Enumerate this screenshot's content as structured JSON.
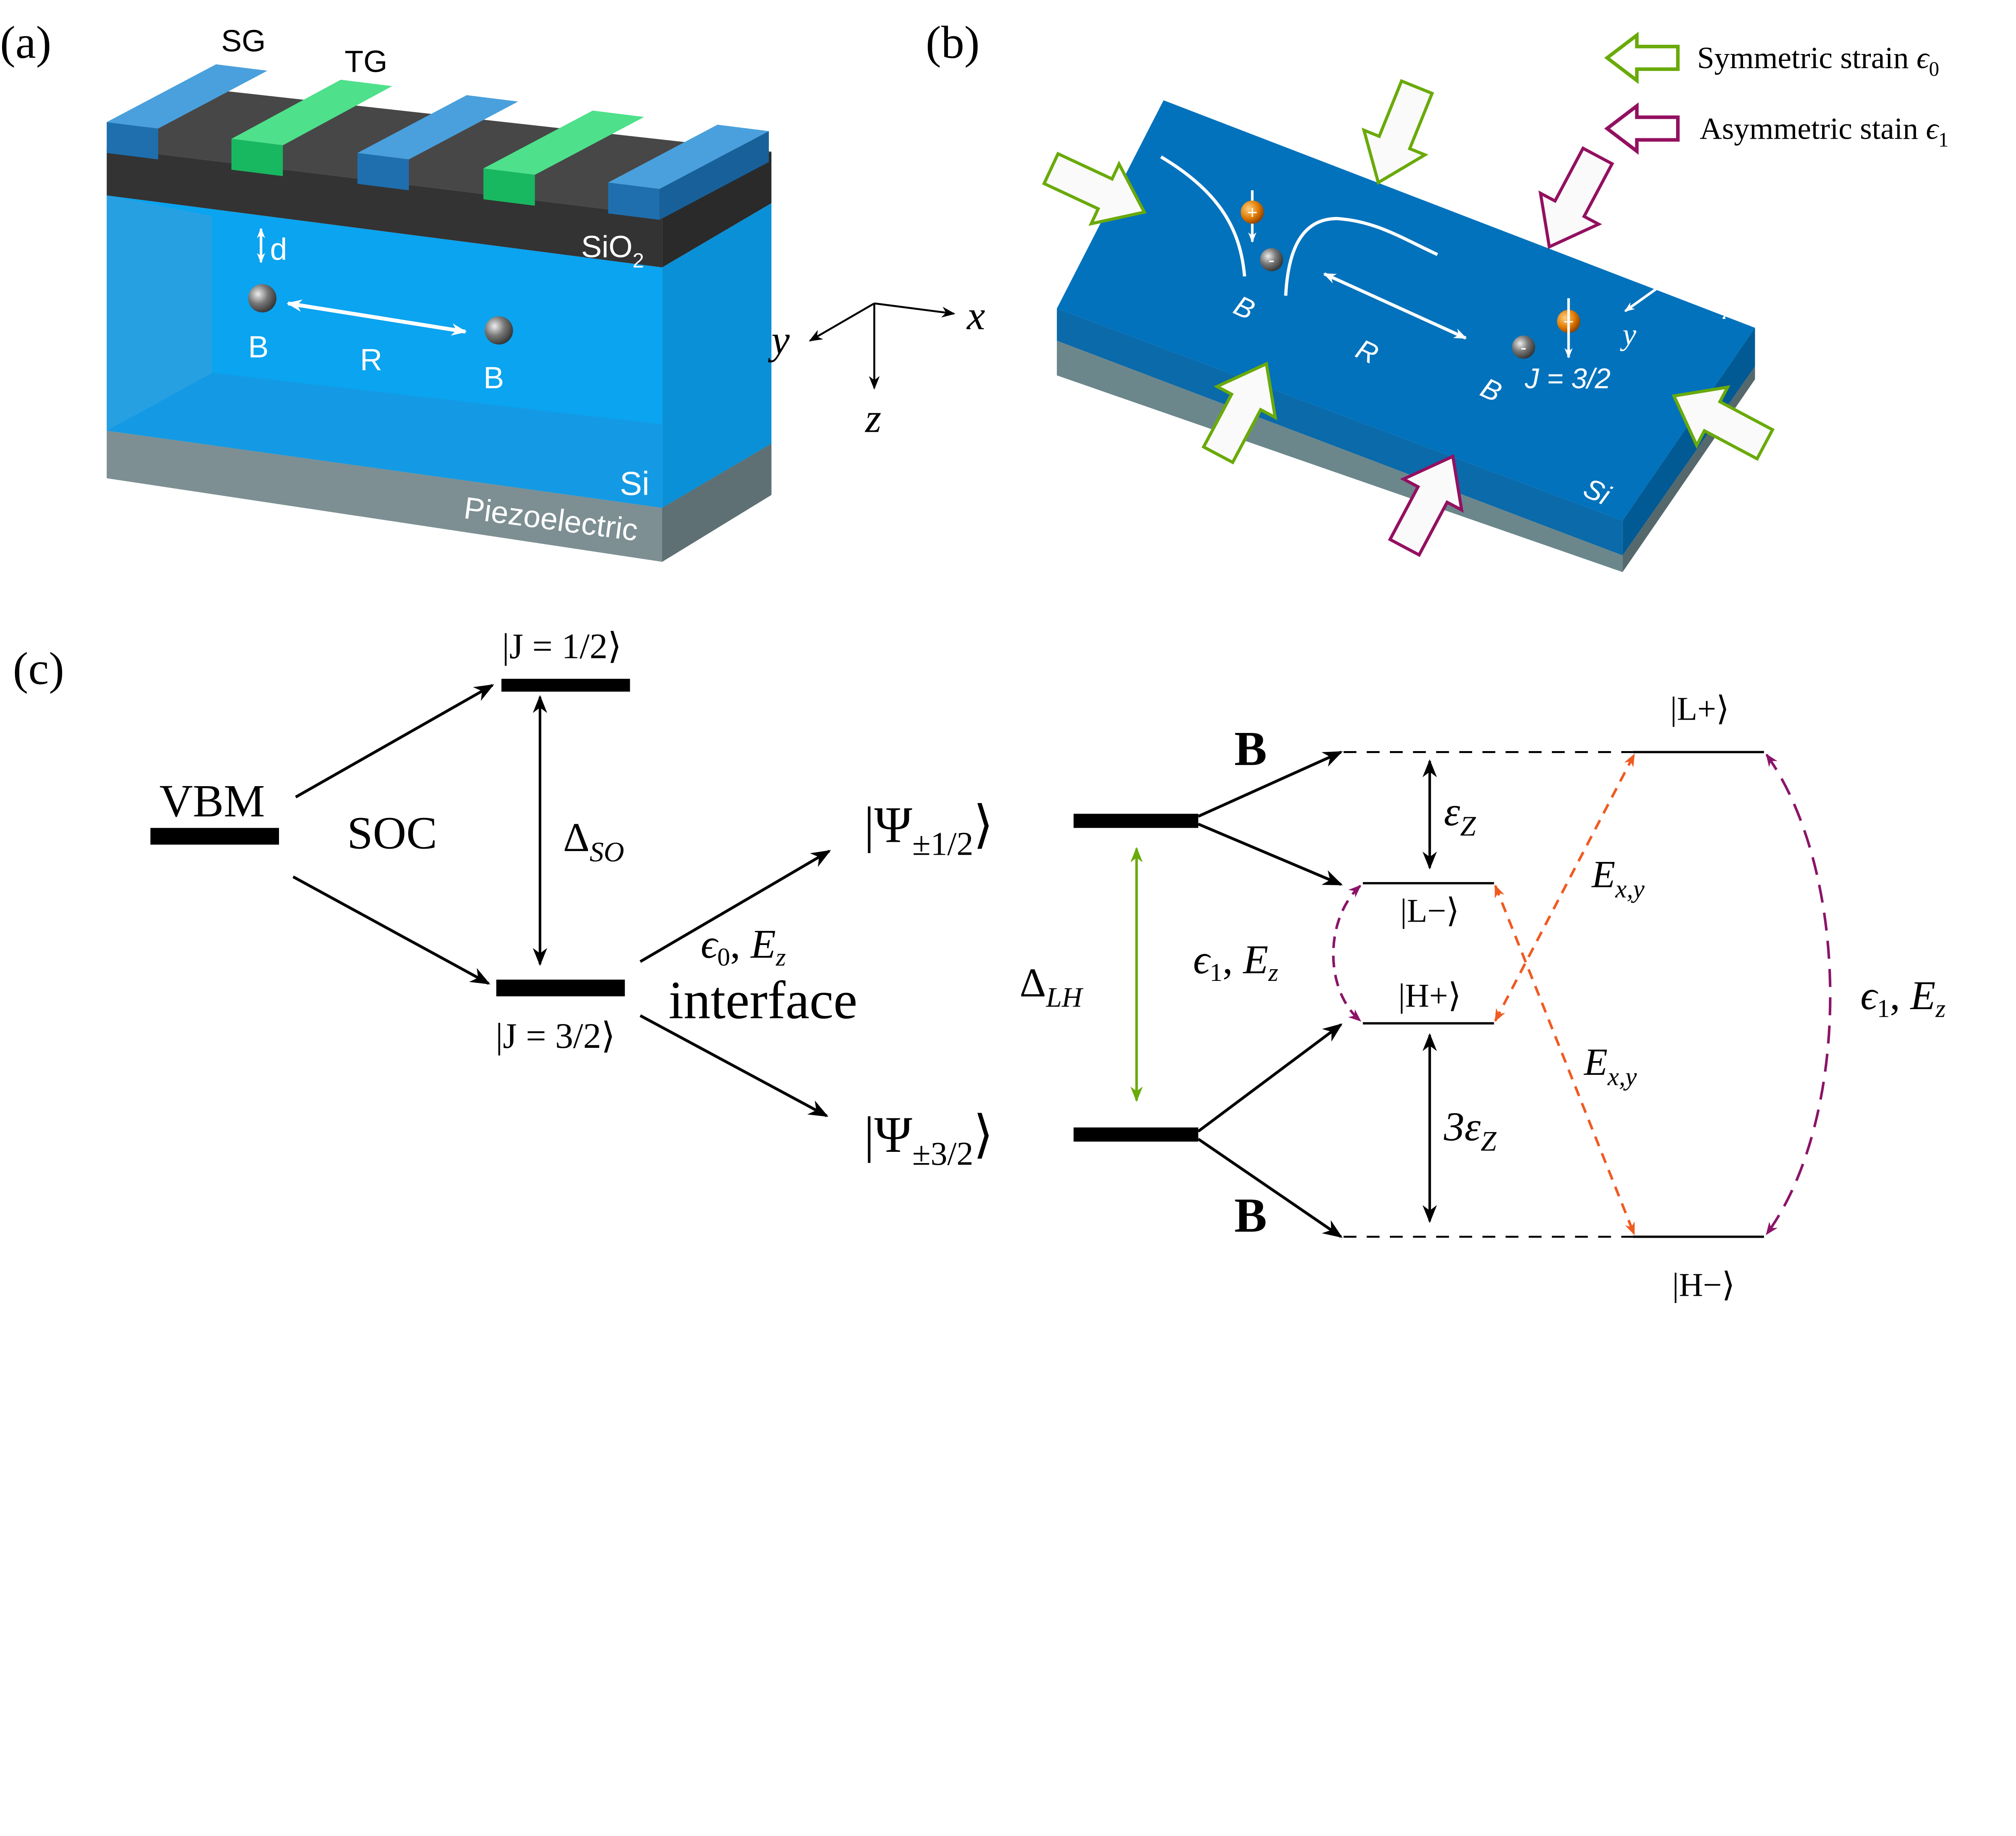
{
  "panel_a": {
    "label": "(a)",
    "gate_sg": "SG",
    "gate_tg": "TG",
    "oxide": "SiO",
    "oxide_sub": "2",
    "distance": "d",
    "boron_left": "B",
    "separation": "R",
    "boron_right": "B",
    "substrate": "Si",
    "piezo": "Piezoelectric",
    "axis_x": "x",
    "axis_y": "y",
    "axis_z": "z",
    "colors": {
      "sg": "#2a86c8",
      "tg": "#2ecc71",
      "oxide": "#3a3a3a",
      "si": "#0aa4f0",
      "piezo": "#7d8f93"
    }
  },
  "panel_b": {
    "label": "(b)",
    "legend": [
      {
        "text": "Symmetric strain ",
        "symbol": "ϵ",
        "sub": "0",
        "color": "#6aaa0a"
      },
      {
        "text": "Asymmetric stain ",
        "symbol": "ϵ",
        "sub": "1",
        "color": "#931060"
      }
    ],
    "boron_left": "B",
    "separation": "R",
    "boron_right": "B",
    "spin": "J = 3/2",
    "axis_x": "x",
    "axis_y": "y",
    "substrate": "Si",
    "colors": {
      "top": "#0272bc",
      "side": "#025a94",
      "base": "#6b878c"
    }
  },
  "panel_c": {
    "label": "(c)",
    "vbm": "VBM",
    "soc": "SOC",
    "j_half": "|J = 1/2⟩",
    "j_three_half": "|J = 3/2⟩",
    "delta_so": {
      "main": "Δ",
      "sub": "SO"
    },
    "psi_half": {
      "main": "|Ψ",
      "sub": "±1/2",
      "close": "⟩"
    },
    "psi_three_half": {
      "main": "|Ψ",
      "sub": "±3/2",
      "close": "⟩"
    },
    "strain_field": {
      "eps": "ϵ",
      "eps_sub": "0",
      "sep": ", ",
      "e": "E",
      "e_sub": "z"
    },
    "interface": "interface",
    "delta_lh": {
      "main": "Δ",
      "sub": "LH"
    },
    "b_top": "B",
    "b_bottom": "B",
    "zeeman": {
      "main": "ε",
      "sub": "Z"
    },
    "zeeman3": {
      "main": "3ε",
      "sub": "Z"
    },
    "l_plus": "|L+⟩",
    "l_minus": "|L−⟩",
    "h_plus": "|H+⟩",
    "h_minus": "|H−⟩",
    "coupling_inner": {
      "eps": "ϵ",
      "eps_sub": "1",
      "sep": ",  ",
      "e": "E",
      "e_sub": "z"
    },
    "coupling_outer": {
      "eps": "ϵ",
      "eps_sub": "1",
      "sep": ",  ",
      "e": "E",
      "e_sub": "z"
    },
    "exy_top": {
      "main": "E",
      "sub": "x,y"
    },
    "exy_bottom": {
      "main": "E",
      "sub": "x,y"
    },
    "colors": {
      "delta_lh": "#6aaa0a",
      "strain_coupling": "#8b1468",
      "field_coupling": "#f05a20"
    }
  }
}
